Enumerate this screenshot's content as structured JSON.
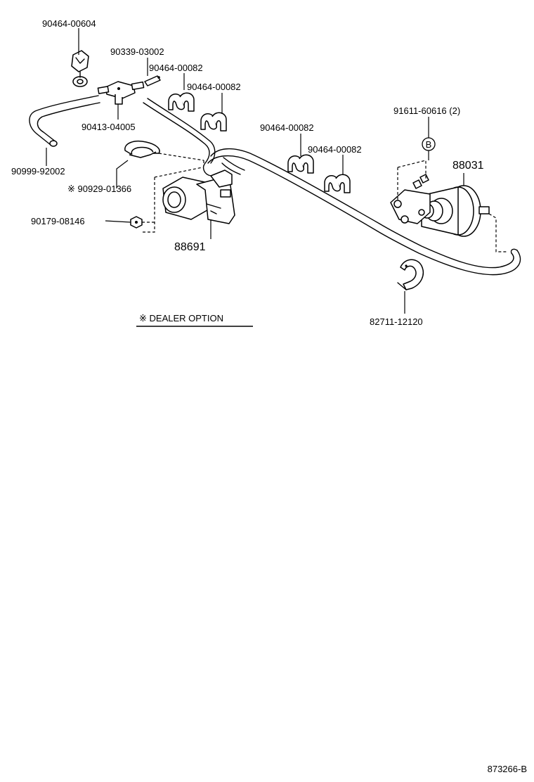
{
  "labels": {
    "p_90464_00604": "90464-00604",
    "p_90339_03002": "90339-03002",
    "p_90464_00082_a": "90464-00082",
    "p_90464_00082_b": "90464-00082",
    "p_90464_00082_c": "90464-00082",
    "p_90464_00082_d": "90464-00082",
    "p_90413_04005": "90413-04005",
    "p_90999_92002": "90999-92002",
    "p_90929_01366": "※ 90929-01366",
    "p_90179_08146": "90179-08146",
    "p_88691": "88691",
    "p_91611_60616": "91611-60616 (2)",
    "p_ref_b": "B",
    "p_88031": "88031",
    "p_82711_12120": "82711-12120",
    "dealer_option": "※ DEALER OPTION",
    "diagram_id": "873266-B"
  }
}
